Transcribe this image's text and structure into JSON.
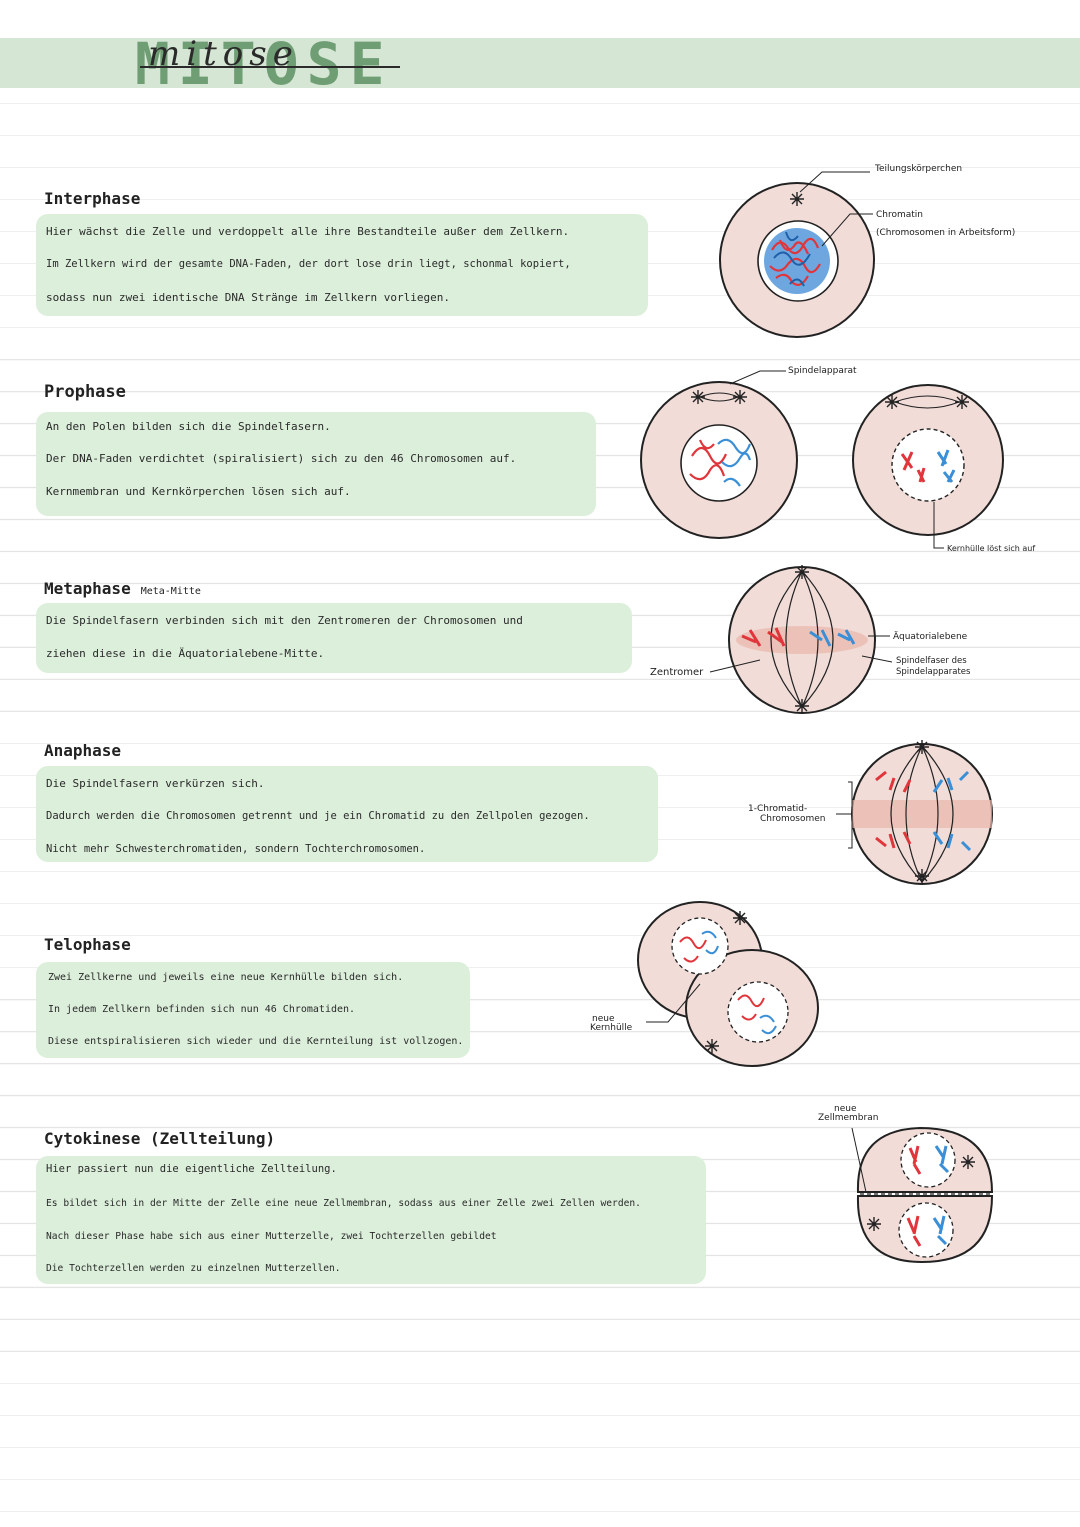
{
  "title": "MITOSE",
  "title_script": "mitose",
  "colors": {
    "accent_green": "#dcefdb",
    "title_green": "#6f9e74",
    "cell": "#f1dcd8",
    "chromosome_red": "#e0363b",
    "chromosome_blue": "#3b8fd6"
  },
  "sections": [
    {
      "heading": "Interphase",
      "lines": [
        "Hier wächst die Zelle und verdoppelt alle ihre Bestandteile außer dem Zellkern.",
        "Im Zellkern wird der gesamte DNA-Faden, der dort lose drin liegt, schonmal kopiert,",
        "sodass nun zwei identische DNA Stränge im Zellkern vorliegen."
      ]
    },
    {
      "heading": "Prophase",
      "lines": [
        "An den Polen bilden sich die Spindelfasern.",
        "Der DNA-Faden verdichtet (spiralisiert) sich zu den 46 Chromosomen auf.",
        "Kernmembran und Kernkörperchen lösen sich auf."
      ]
    },
    {
      "heading": "Metaphase",
      "subheading": "Meta-Mitte",
      "lines": [
        "Die Spindelfasern verbinden sich mit den Zentromeren der Chromosomen und",
        "ziehen diese in die Äquatorialebene-Mitte."
      ]
    },
    {
      "heading": "Anaphase",
      "lines": [
        "Die Spindelfasern verkürzen sich.",
        "Dadurch werden die Chromosomen getrennt und je ein Chromatid zu den Zellpolen gezogen.",
        "Nicht mehr Schwesterchromatiden, sondern Tochterchromosomen."
      ]
    },
    {
      "heading": "Telophase",
      "lines": [
        "Zwei Zellkerne und jeweils eine neue Kernhülle bilden sich.",
        "In jedem Zellkern befinden sich nun 46 Chromatiden.",
        "Diese entspiralisieren sich wieder und die Kernteilung ist vollzogen."
      ]
    },
    {
      "heading": "Cytokinese (Zellteilung)",
      "lines": [
        "Hier passiert nun die eigentliche Zellteilung.",
        "Es bildet sich in der Mitte der Zelle eine neue Zellmembran, sodass aus einer Zelle zwei Zellen werden.",
        "Nach dieser Phase habe sich aus einer Mutterzelle, zwei Tochterzellen gebildet",
        "Die Tochterzellen werden zu einzelnen Mutterzellen."
      ]
    }
  ],
  "labels": {
    "teilungskoerperchen": "Teilungskörperchen",
    "chromatin": "Chromatin",
    "chromatin_note": "(Chromosomen in Arbeitsform)",
    "spindelapparat": "Spindelapparat",
    "kernhuelle_loest": "Kernhülle löst sich auf",
    "aequatorialebene": "Äquatorialebene",
    "spindelfaser_1": "Spindelfaser des",
    "spindelfaser_2": "Spindelapparates",
    "zentromer": "Zentromer",
    "chromatid_1": "1-Chromatid-",
    "chromatid_2": "Chromosomen",
    "neue_kernhuelle_1": "neue",
    "neue_kernhuelle_2": "Kernhülle",
    "neue_zellmembran_1": "neue",
    "neue_zellmembran_2": "Zellmembran"
  }
}
